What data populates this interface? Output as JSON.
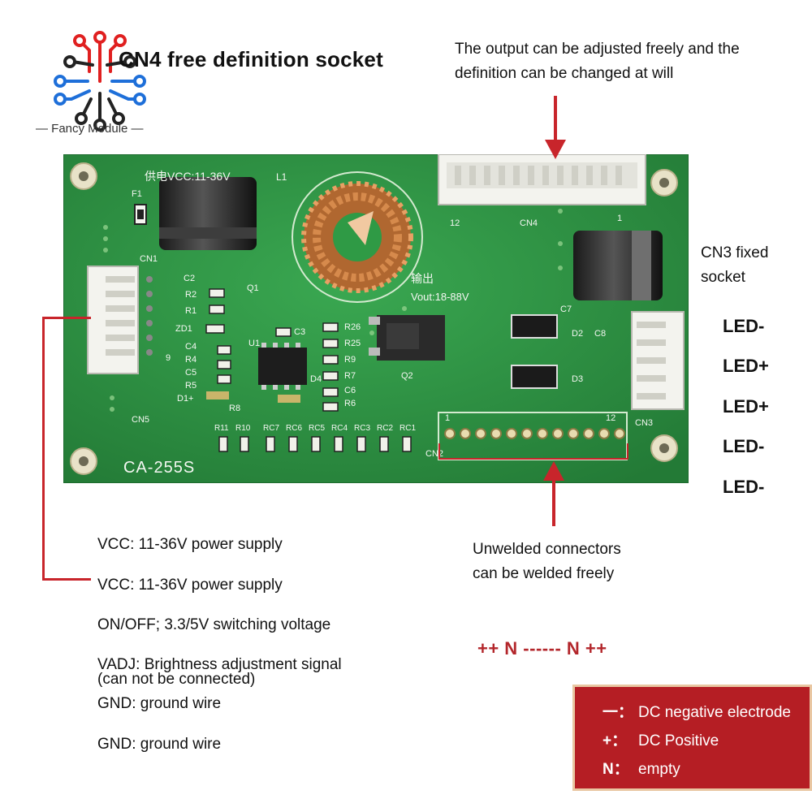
{
  "brand": {
    "name": "Fancy Module",
    "colors": {
      "accent_red": "#FF0000",
      "accent_blue": "#1E6FD9",
      "dark": "#222222"
    }
  },
  "title": "CN4 free definition socket",
  "callouts": {
    "output_adjust": [
      "The output can be adjusted freely and the",
      "definition can be changed at will"
    ],
    "cn3": [
      "CN3 fixed",
      "socket"
    ],
    "unwelded": [
      "Unwelded connectors",
      "can be welded freely"
    ]
  },
  "board": {
    "model": "CA-255S",
    "vcc_label": "供电VCC:11-36V",
    "out_label_cn": "输出",
    "vout_label": "Vout:18-88V",
    "labels": {
      "cn1": "CN1",
      "cn2": "CN2",
      "cn3": "CN3",
      "cn4": "CN4",
      "cn5": "CN5",
      "l1": "L1",
      "f1": "F1",
      "q1": "Q1",
      "q2": "Q2",
      "u1": "U1",
      "d1": "D1+",
      "d2": "D2",
      "d3": "D3",
      "d4": "D4",
      "zd1": "ZD1",
      "c2": "C2",
      "c3": "C3",
      "c4": "C4",
      "c5": "C5",
      "c6": "C6",
      "c7": "C7",
      "c8": "C8",
      "r1": "R1",
      "r2": "R2",
      "r4": "R4",
      "r5": "R5",
      "r6": "R6",
      "r7": "R7",
      "r8": "R8",
      "r9": "R9",
      "r10": "R10",
      "r11": "R11",
      "r25": "R25",
      "r26": "R26",
      "rc": [
        "RC7",
        "RC6",
        "RC5",
        "RC4",
        "RC3",
        "RC2",
        "RC1"
      ],
      "cn4_pin_left": "12",
      "cn4_pin_right": "1",
      "cn2_pin_left": "1",
      "cn2_pin_right": "12",
      "cn1_pin": "9"
    },
    "colors": {
      "pcb": "#2f9a45",
      "pcb_dark": "#237a36",
      "connector": "#f1f1ec",
      "copper": "#c9743a",
      "silkscreen": "#f4f7f2"
    }
  },
  "led_pins": [
    "LED-",
    "LED+",
    "LED+",
    "LED-",
    "LED-"
  ],
  "cn1_pins": [
    "VCC: 11-36V power supply",
    "VCC: 11-36V power supply",
    "ON/OFF; 3.3/5V switching voltage",
    "VADJ: Brightness adjustment signal",
    "GND: ground wire",
    "GND: ground wire"
  ],
  "cn1_pin_note": "(can not be connected)",
  "pattern": "++ N ------ N ++",
  "legend": [
    {
      "symbol": "一：",
      "text": "DC negative electrode"
    },
    {
      "symbol": "+：",
      "text": "DC Positive"
    },
    {
      "symbol": "N：",
      "text": "empty"
    }
  ],
  "legend_colors": {
    "background": "#B51E24",
    "border": "#E9C7A2",
    "text": "#FFFFFF"
  }
}
